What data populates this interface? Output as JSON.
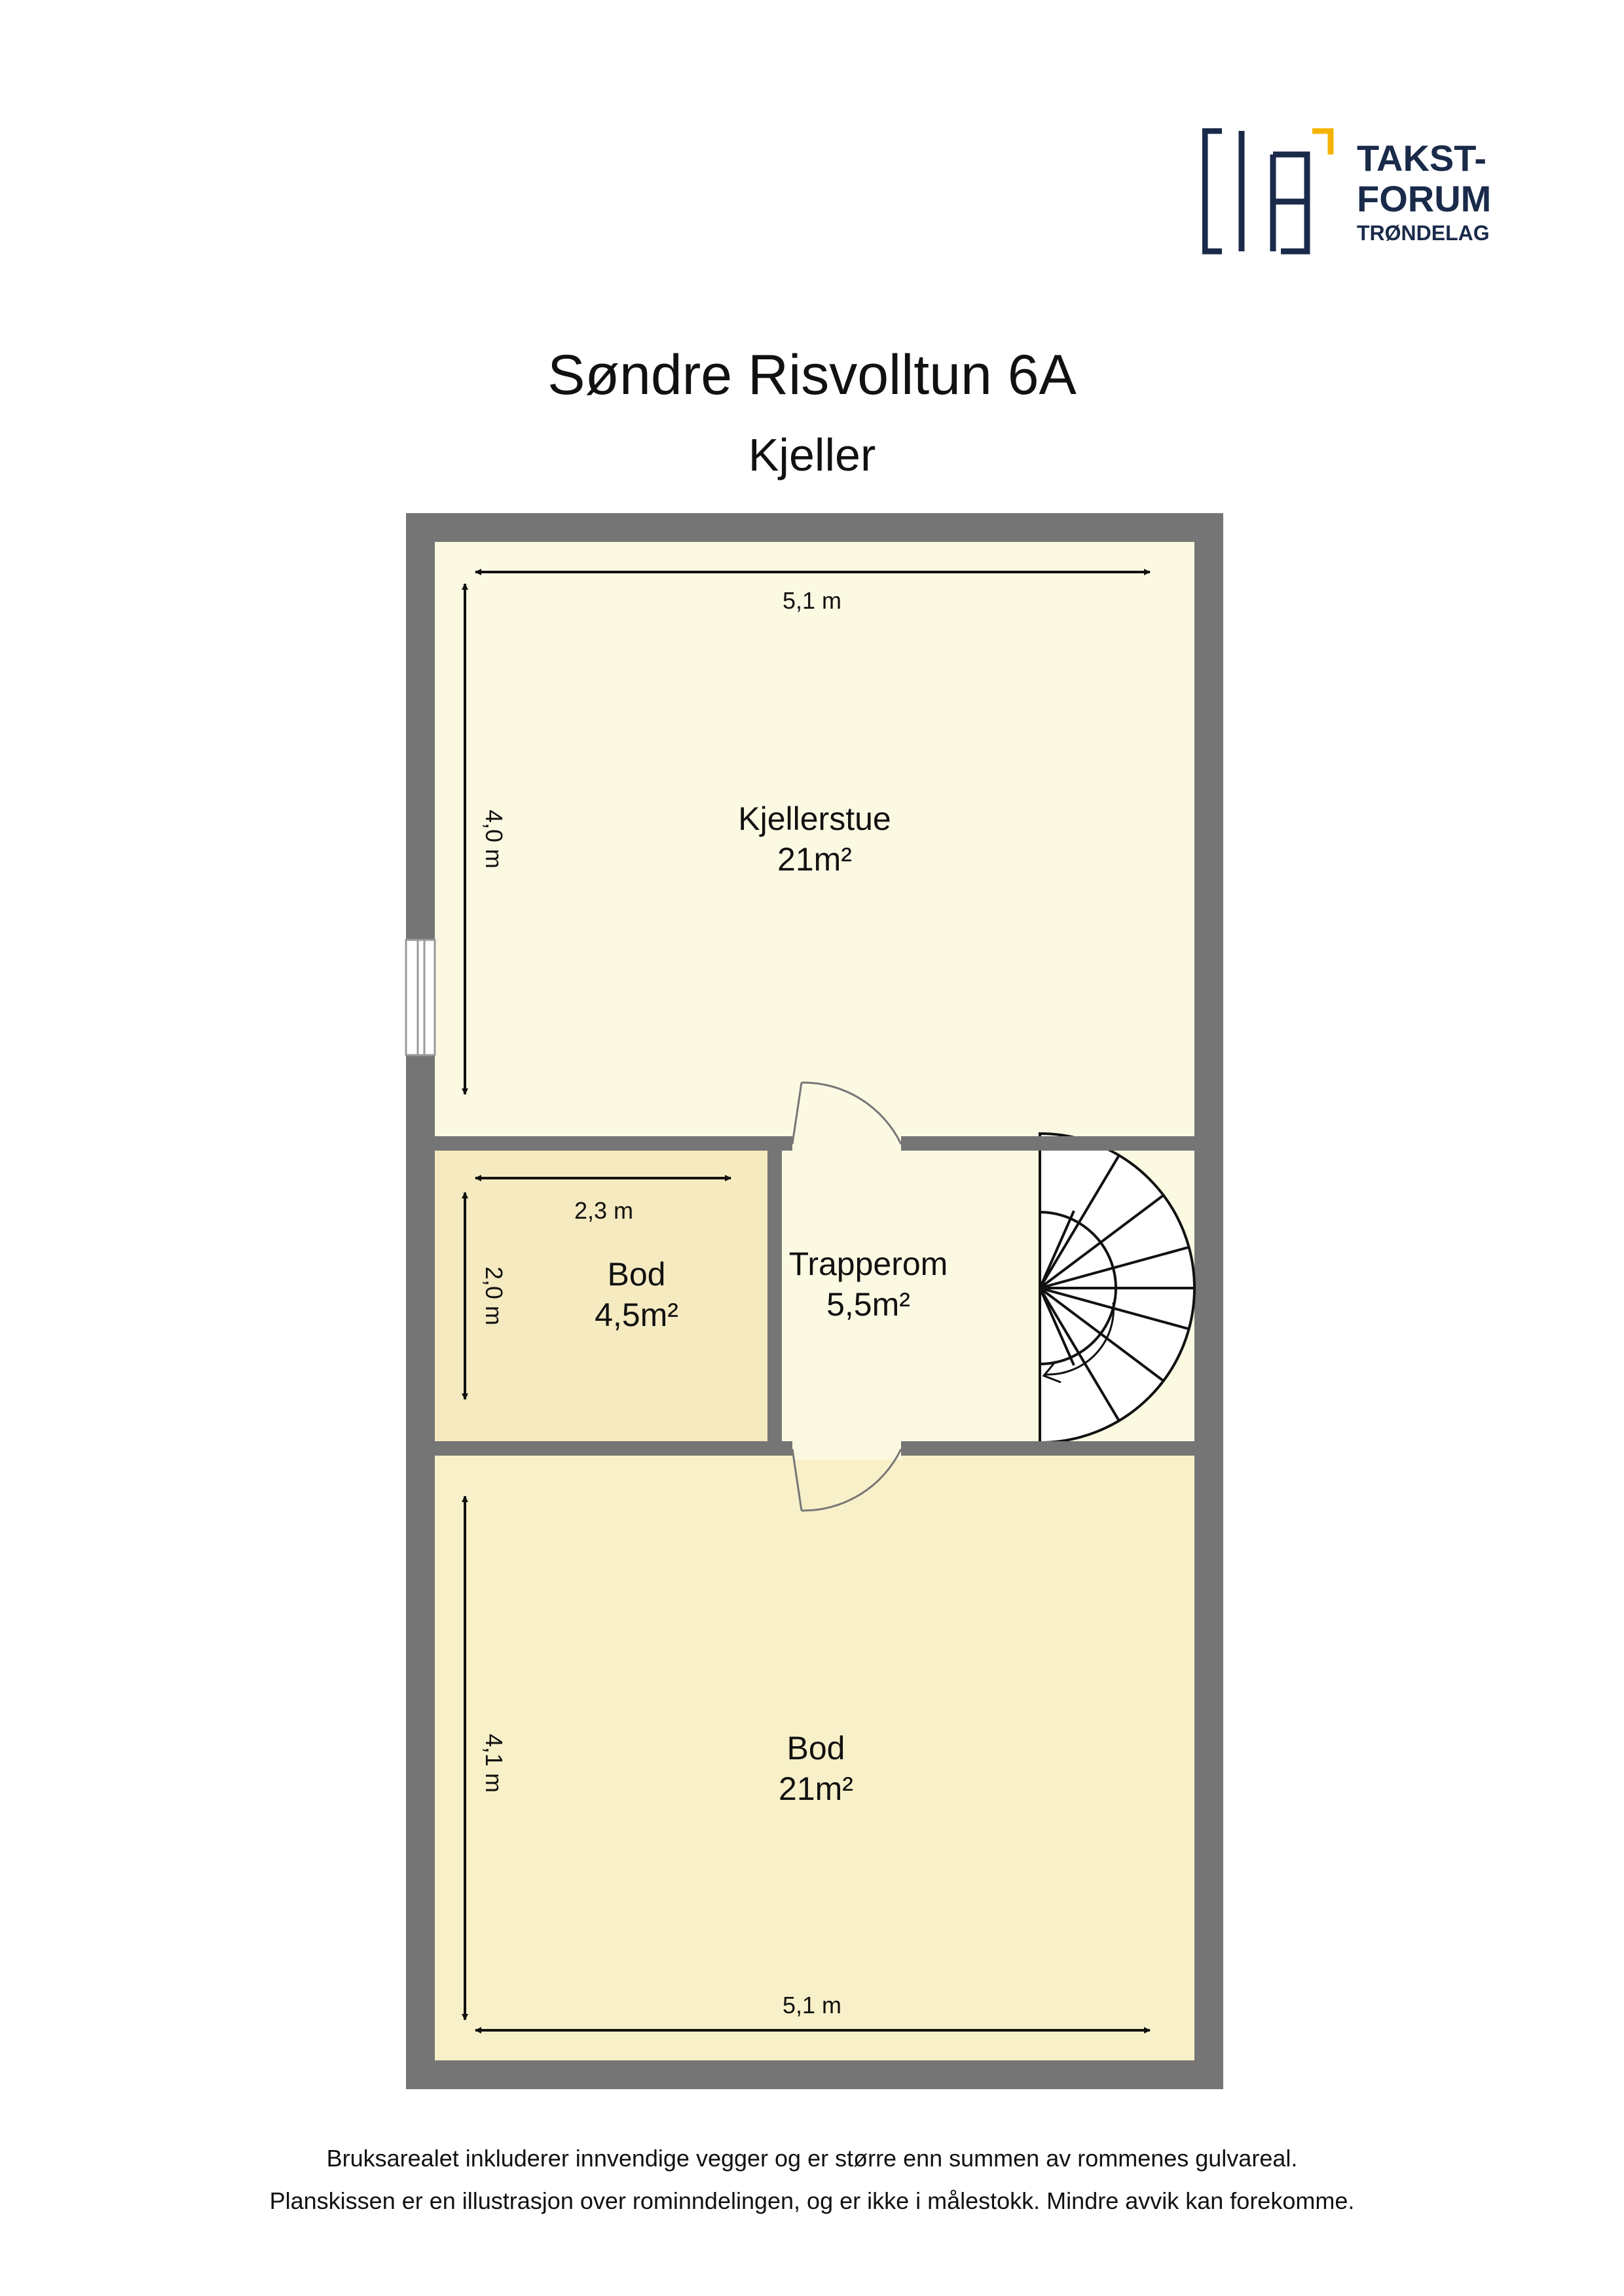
{
  "header": {
    "logo": {
      "line1": "TAKST-",
      "line2": "FORUM",
      "line3": "TRØNDELAG",
      "primary_color": "#1a2a4a",
      "accent_color": "#f5b301"
    },
    "title": "Søndre Risvolltun 6A",
    "subtitle": "Kjeller"
  },
  "colors": {
    "wall": "#757575",
    "room_light": "#fcf9e3",
    "room_medium": "#f8f0c8",
    "room_bod_small": "#f5eac0"
  },
  "rooms": {
    "kjellerstue": {
      "name": "Kjellerstue",
      "area": "21m²",
      "width": "5,1 m",
      "height": "4,0 m"
    },
    "bod_small": {
      "name": "Bod",
      "area": "4,5m²",
      "width": "2,3 m",
      "height": "2,0 m"
    },
    "trapperom": {
      "name": "Trapperom",
      "area": "5,5m²"
    },
    "bod_large": {
      "name": "Bod",
      "area": "21m²",
      "width": "5,1 m",
      "height": "4,1 m"
    }
  },
  "footer": {
    "line1": "Bruksarealet inkluderer innvendige vegger og er større enn summen av rommenes gulvareal.",
    "line2": "Planskissen er en illustrasjon over rominndelingen, og er ikke i målestokk. Mindre avvik kan forekomme."
  }
}
